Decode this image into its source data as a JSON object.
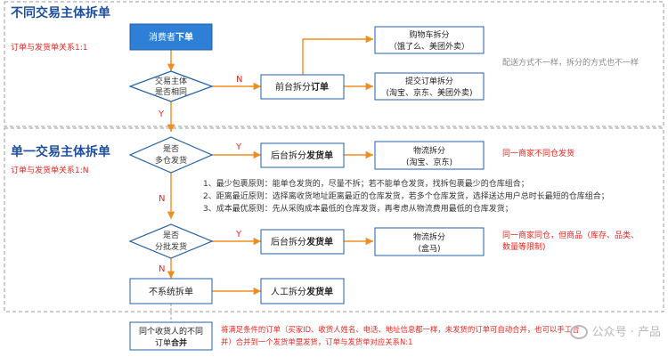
{
  "sections": {
    "top": {
      "title": "不同交易主体拆单",
      "subtitle": "订单与发货单关系1:1"
    },
    "bottom": {
      "title": "单一交易主体拆单",
      "subtitle": "订单与发货单关系1:N"
    }
  },
  "nodes": {
    "consumer": {
      "normal": "消费者",
      "bold": "下单"
    },
    "decision1": {
      "line1": "交易主体",
      "line2": "是否相同"
    },
    "front_split": {
      "normal": "前台拆分",
      "bold": "订单"
    },
    "cart_split": {
      "line1": "购物车拆分",
      "line2": "（饿了么、美团外卖）"
    },
    "submit_split": {
      "line1": "提交订单拆分",
      "line2": "(淘宝、京东、美团外卖)"
    },
    "decision2": {
      "line1": "是否",
      "line2": "多仓发货"
    },
    "back_split1": {
      "normal": "后台拆分",
      "bold": "发货单"
    },
    "logistics1": {
      "line1": "物流拆分",
      "line2": "(淘宝、京东)"
    },
    "decision3": {
      "line1": "是否",
      "line2": "分批发货"
    },
    "back_split2": {
      "normal": "后台拆分",
      "bold": "发货单"
    },
    "logistics2": {
      "line1": "物流拆分",
      "line2": "(盒马)"
    },
    "no_split": {
      "text": "不系统拆单"
    },
    "manual_split": {
      "normal": "人工拆分",
      "bold": "发货单"
    },
    "merge": {
      "line1": "同个收货人的不同",
      "normal2": "订单",
      "bold2": "合并"
    }
  },
  "edge_labels": {
    "n1": "N",
    "y1": "Y",
    "y2": "Y",
    "n2": "N",
    "y3": "Y",
    "n3": "N"
  },
  "notes": {
    "delivery": "配送方式不一样，拆分的方式也不一样",
    "same_merchant_diff_wh": "同一商家不同仓发货",
    "same_merchant_same_wh_1": "同一商家同仓，但商品（库存、品类、",
    "same_merchant_same_wh_2": "数量等限制)",
    "rules": [
      "1、最少包裹原则：能单仓发货的，尽量不拆；若不能单仓发货，找拆包裹最少的仓库组合；",
      "2、距离最近原则：选择离收货地址距离最近的仓库发货，若多个仓库发货，选择送达用户总时长最短的仓库组合；",
      "3、成本最优原则：先从采购成本最低的仓库发货，再考虑从物流费用最低的仓库发货；"
    ],
    "merge_1": "将满足条件的订单（买家ID、收货人姓名、电话、地址信息都一样，未发货的订单可自动合并，也可以手工合",
    "merge_2": "并）合并到一个发货单里发货，订单与发货单对应关系N:1"
  },
  "watermark": "公众号 · 产品",
  "colors": {
    "box_fill": "#2e7fd6",
    "box_stroke": "#1f5fa8",
    "arrow": "#f28c1e",
    "accent_red": "#e8261f",
    "title_blue": "#1e4f9c"
  }
}
